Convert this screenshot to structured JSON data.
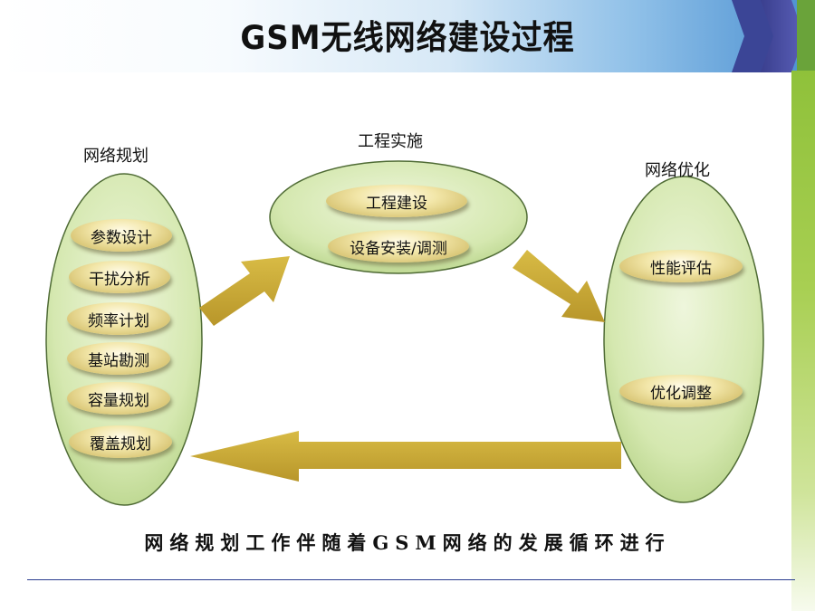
{
  "slide": {
    "title": "GSM无线网络建设过程",
    "caption": "网络规划工作伴随着GSM网络的发展循环进行"
  },
  "planning": {
    "label": "网络规划",
    "items": [
      "参数设计",
      "干扰分析",
      "频率计划",
      "基站勘测",
      "容量规划",
      "覆盖规划"
    ]
  },
  "implementation": {
    "label": "工程实施",
    "items": [
      "工程建设",
      "设备安装/调测"
    ]
  },
  "optimization": {
    "label": "网络优化",
    "items": [
      "性能评估",
      "优化调整"
    ]
  },
  "colors": {
    "ellipse_fill": "#d8eab6",
    "ellipse_stroke": "#5a7a3a",
    "arrow": "#c8a832",
    "pill": "#e9dc96",
    "header_blue": "#4a8fd0",
    "accent_green": "#8fc13a",
    "rule": "#2a3d8f"
  },
  "icons": [
    "right-chevron-icon"
  ]
}
